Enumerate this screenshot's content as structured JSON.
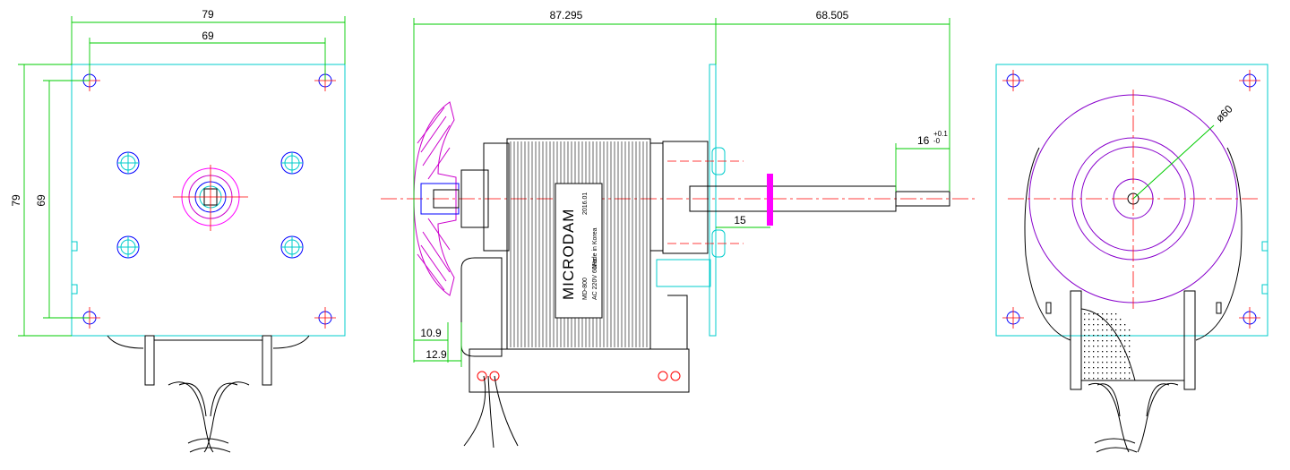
{
  "colors": {
    "dimension": "#00cc00",
    "outline": "#00cccc",
    "center": "#ff0000",
    "hole": "#0000ff",
    "hatch": "#cc00cc",
    "shaft_mark": "#ff00ff",
    "body": "#000000"
  },
  "front_view": {
    "dim_width_outer": "79",
    "dim_width_inner": "69",
    "dim_height_outer": "79",
    "dim_height_inner": "69"
  },
  "side_view": {
    "dim_body_length": "87.295",
    "dim_shaft_length": "68.505",
    "dim_shaft_step_main": "16",
    "dim_shaft_step_tol_upper": "+0.1",
    "dim_shaft_step_tol_lower": "-0",
    "dim_shaft_15": "15",
    "dim_hub_10_9": "10.9",
    "dim_hub_12_9": "12.9",
    "label": {
      "brand": "MICRODAM",
      "model": "MD-800",
      "rating": "AC 220V 60Hz",
      "date": "2016.01",
      "origin": "Made in Korea"
    }
  },
  "rear_view": {
    "dim_diameter": "ø60"
  }
}
